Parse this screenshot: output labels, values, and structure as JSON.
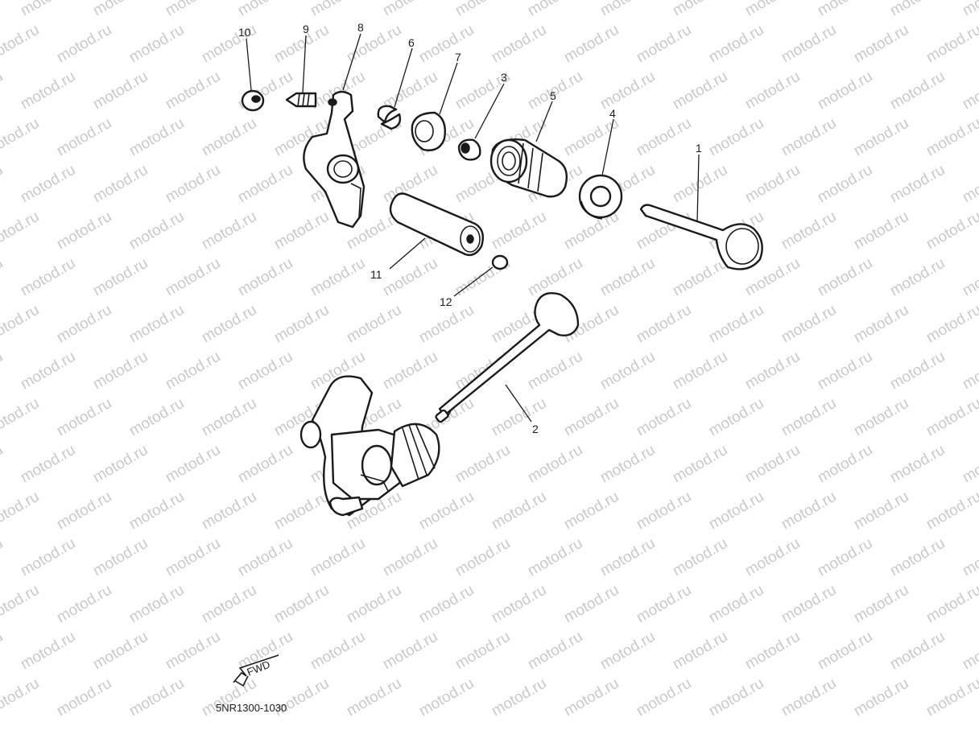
{
  "watermark": "motod.ru",
  "fwd_label": "FWD",
  "diagram_code": "5NR1300-1030",
  "parts": [
    {
      "id": "part-1",
      "number": "1"
    },
    {
      "id": "part-2",
      "number": "2"
    },
    {
      "id": "part-3",
      "number": "3"
    },
    {
      "id": "part-4",
      "number": "4"
    },
    {
      "id": "part-5",
      "number": "5"
    },
    {
      "id": "part-6",
      "number": "6"
    },
    {
      "id": "part-7",
      "number": "7"
    },
    {
      "id": "part-8",
      "number": "8"
    },
    {
      "id": "part-9",
      "number": "9"
    },
    {
      "id": "part-10",
      "number": "10"
    },
    {
      "id": "part-11",
      "number": "11"
    },
    {
      "id": "part-12",
      "number": "12"
    }
  ]
}
